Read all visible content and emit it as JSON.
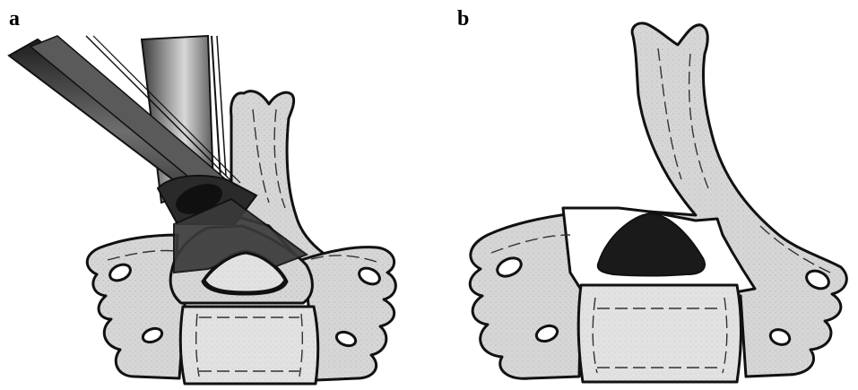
{
  "figure": {
    "panels": [
      {
        "label": "a",
        "illustration": "vertebra-with-instruments"
      },
      {
        "label": "b",
        "illustration": "vertebra-decompressed"
      }
    ],
    "colors": {
      "bone_fill": "#d4d4d4",
      "bone_inner_fill": "#e0e0e0",
      "outline": "#111111",
      "instrument_dark": "#2a2a2a",
      "instrument_mid": "#6a6a6a",
      "canal_white": "#ffffff",
      "fragment_black": "#1a1a1a"
    }
  }
}
